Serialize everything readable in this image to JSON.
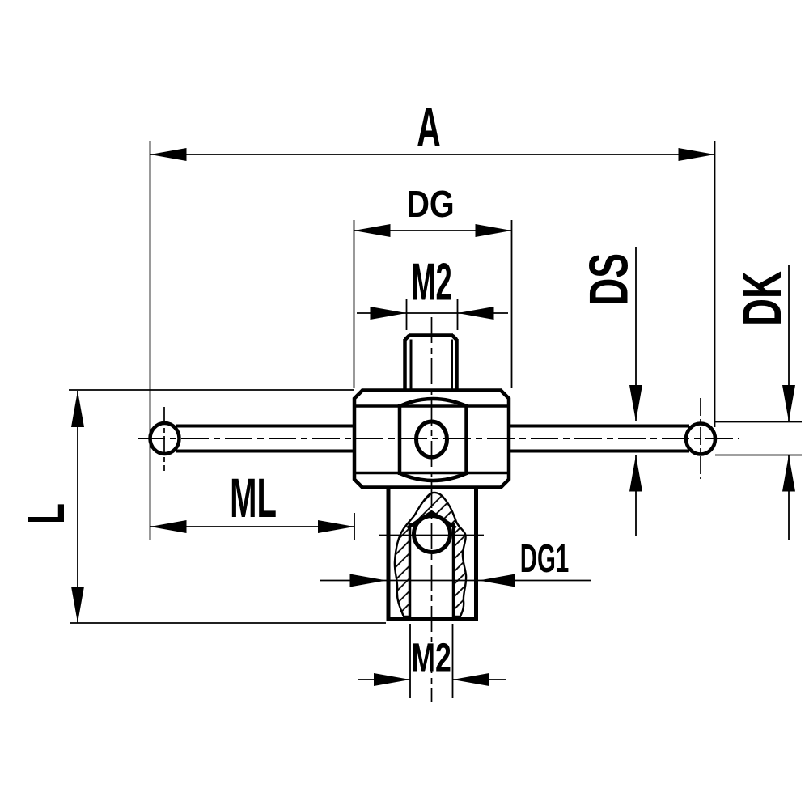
{
  "drawing": {
    "type": "technical-dimension-drawing",
    "subject": "stylus-probe-side-view",
    "colors": {
      "line": "#000000",
      "background": "#ffffff"
    },
    "labels": {
      "overall_length": "A",
      "body_width": "DG",
      "top_thread": "M2",
      "stylus_shaft_diameter": "DS",
      "ball_diameter": "DK",
      "measuring_length": "ML",
      "total_length": "L",
      "shank_diameter": "DG1",
      "bottom_thread": "M2"
    }
  }
}
